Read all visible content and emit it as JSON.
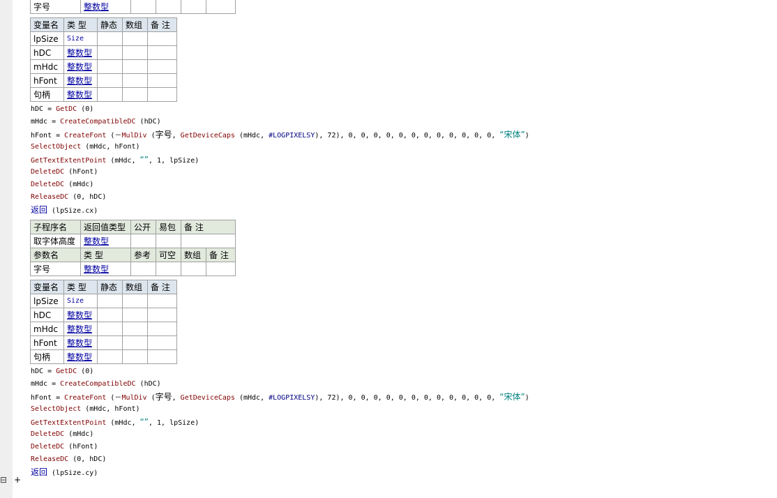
{
  "top_row": {
    "label": "字号",
    "type": "整数型"
  },
  "blocks": [
    {
      "vars_header": [
        "变量名",
        "类 型",
        "静态",
        "数组",
        "备 注"
      ],
      "vars": [
        {
          "name": "lpSize",
          "type": "Size"
        },
        {
          "name": "hDC",
          "type": "整数型"
        },
        {
          "name": "mHdc",
          "type": "整数型"
        },
        {
          "name": "hFont",
          "type": "整数型"
        },
        {
          "name": "句柄",
          "type": "整数型"
        }
      ],
      "code": {
        "l1_a": "hDC = ",
        "l1_fn": "GetDC",
        "l1_b": " (0)",
        "l2_a": "mHdc = ",
        "l2_fn": "CreateCompatibleDC",
        "l2_b": " (hDC)",
        "l3_a": "hFont = ",
        "l3_fn": "CreateFont",
        "l3_b": " (－",
        "l3_fn2": "MulDiv",
        "l3_c": " (",
        "l3_cjk": "字号",
        "l3_d": ", ",
        "l3_fn3": "GetDeviceCaps",
        "l3_e": " (mHdc, ",
        "l3_const": "#LOGPIXELSY",
        "l3_f": "), 72), 0, 0, 0, 0, 0, 0, 0, 0, 0, 0, 0, 0, ",
        "l3_str": "“宋体”",
        "l3_g": ")",
        "l4_fn": "SelectObject",
        "l4_b": " (mHdc, hFont)",
        "l5_fn": "GetTextExtentPoint",
        "l5_b": " (mHdc, ",
        "l5_str": "“”",
        "l5_c": ", 1, lpSize)",
        "l6_fn": "DeleteDC",
        "l6_b": " (hFont)",
        "l7_fn": "DeleteDC",
        "l7_b": " (mHdc)",
        "l8_fn": "ReleaseDC",
        "l8_b": " (0, hDC)",
        "l9_kw": "返回",
        "l9_b": " (lpSize.cx)"
      }
    },
    {
      "vars_header": [
        "变量名",
        "类 型",
        "静态",
        "数组",
        "备 注"
      ],
      "vars": [
        {
          "name": "lpSize",
          "type": "Size"
        },
        {
          "name": "hDC",
          "type": "整数型"
        },
        {
          "name": "mHdc",
          "type": "整数型"
        },
        {
          "name": "hFont",
          "type": "整数型"
        },
        {
          "name": "句柄",
          "type": "整数型"
        }
      ],
      "code": {
        "l1_a": "hDC = ",
        "l1_fn": "GetDC",
        "l1_b": " (0)",
        "l2_a": "mHdc = ",
        "l2_fn": "CreateCompatibleDC",
        "l2_b": " (hDC)",
        "l3_a": "hFont = ",
        "l3_fn": "CreateFont",
        "l3_b": " (－",
        "l3_fn2": "MulDiv",
        "l3_c": " (",
        "l3_cjk": "字号",
        "l3_d": ", ",
        "l3_fn3": "GetDeviceCaps",
        "l3_e": " (mHdc, ",
        "l3_const": "#LOGPIXELSY",
        "l3_f": "), 72), 0, 0, 0, 0, 0, 0, 0, 0, 0, 0, 0, 0, ",
        "l3_str": "“宋体”",
        "l3_g": ")",
        "l4_fn": "SelectObject",
        "l4_b": " (mHdc, hFont)",
        "l5_fn": "GetTextExtentPoint",
        "l5_b": " (mHdc, ",
        "l5_str": "“”",
        "l5_c": ", 1, lpSize)",
        "l6_fn": "DeleteDC",
        "l6_b": " (mHdc)",
        "l7_fn": "DeleteDC",
        "l7_b": " (hFont)",
        "l8_fn": "ReleaseDC",
        "l8_b": " (0, hDC)",
        "l9_kw": "返回",
        "l9_b": " (lpSize.cy)"
      }
    }
  ],
  "sub": {
    "header": [
      "子程序名",
      "返回值类型",
      "公开",
      "易包",
      "备 注"
    ],
    "name": "取字体高度",
    "ret": "整数型",
    "param_header": [
      "参数名",
      "类 型",
      "参考",
      "可空",
      "数组",
      "备 注"
    ],
    "param": {
      "name": "字号",
      "type": "整数型"
    }
  },
  "marker": {
    "icon": "⊟",
    "plus": "+"
  }
}
